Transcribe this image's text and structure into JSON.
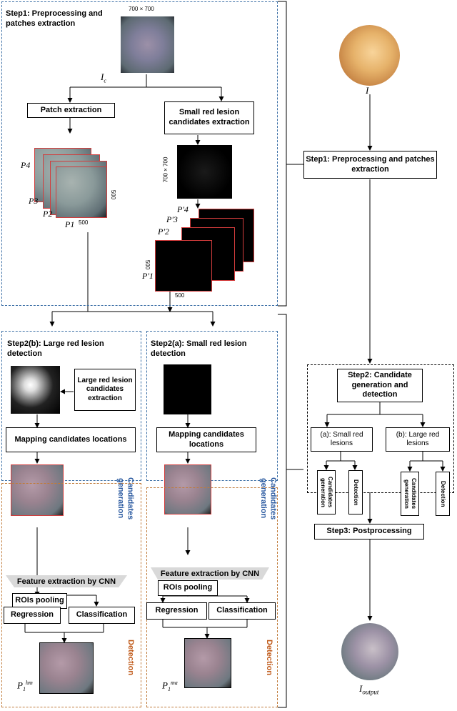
{
  "left_panel": {
    "step1_title": "Step1: Preprocessing and patches extraction",
    "dim_top": "700 × 700",
    "ic_label": "I",
    "ic_sub": "c",
    "patch_extraction": "Patch extraction",
    "small_candidates": "Small red lesion candidates extraction",
    "dim_side": "700 × 700",
    "p4": "P4",
    "p3": "P3",
    "p2": "P2",
    "p1": "P1",
    "p500a": "500",
    "p500b": "500",
    "pp4": "P'4",
    "pp3": "P'3",
    "pp2": "P'2",
    "pp1": "P'1",
    "p500c": "500",
    "p500d": "500"
  },
  "step2b": {
    "title": "Step2(b): Large red lesion detection",
    "large_candidates": "Large red lesion candidates extraction",
    "mapping": "Mapping candidates locations",
    "cand_gen": "Candidates generation",
    "cnn": "Feature extraction by CNN",
    "rois": "ROIs pooling",
    "regression": "Regression",
    "classification": "Classification",
    "detection": "Detection",
    "output_label": "P",
    "output_sub": "1",
    "output_sup": "hm"
  },
  "step2a": {
    "title": "Step2(a): Small red lesion detection",
    "mapping": "Mapping candidates locations",
    "cand_gen": "Candidates generation",
    "cnn": "Feature extraction by CNN",
    "rois": "ROIs pooling",
    "regression": "Regression",
    "classification": "Classification",
    "detection": "Detection",
    "output_label": "P",
    "output_sub": "1",
    "output_sup": "ma"
  },
  "right_panel": {
    "input_label": "I",
    "step1": "Step1: Preprocessing and patches extraction",
    "step2": "Step2: Candidate generation and detection",
    "small_lesions": "(a): Small red lesions",
    "large_lesions": "(b): Large red lesions",
    "cand_gen_a": "Candidates generation",
    "detection_a": "Detection",
    "cand_gen_b": "Candidates generation",
    "detection_b": "Detection",
    "step3": "Step3: Postprocessing",
    "output_label": "I",
    "output_sub": "output"
  },
  "colors": {
    "blue_dash": "#3a6ea5",
    "brown_dash": "#c07b3a",
    "patch_border": "#d23c3c",
    "side_label": "#2b5aa0",
    "detect_label": "#c05a1a"
  }
}
